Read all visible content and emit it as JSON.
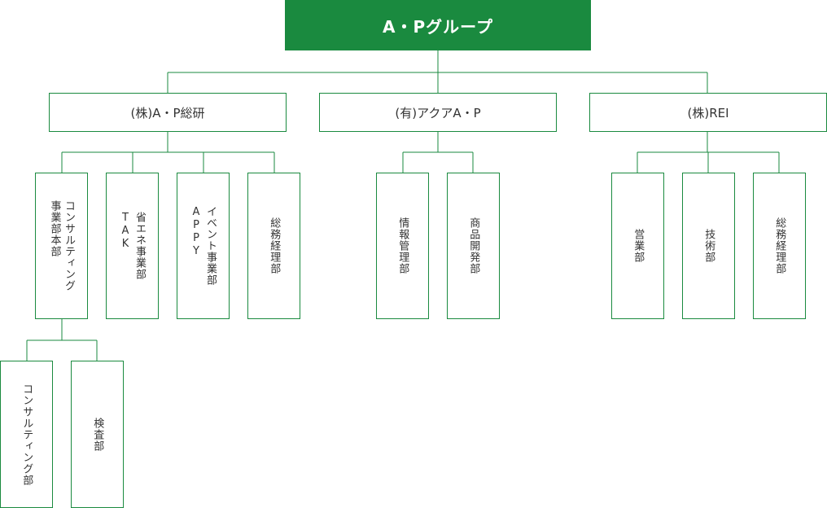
{
  "colors": {
    "accent": "#1a8a3f",
    "line": "#1a8a3f",
    "text": "#333333"
  },
  "root": {
    "label": "A・Pグループ"
  },
  "companies": [
    {
      "label": "(株)A・P総研",
      "departments": [
        {
          "label": "コンサルティング\n事業部本部",
          "subdepartments": [
            {
              "label": "コンサルティング部"
            },
            {
              "label": "検査部"
            }
          ]
        },
        {
          "label": "省エネ事業部\nTAK"
        },
        {
          "label": "イベント事業部\nAPPY"
        },
        {
          "label": "総務経理部"
        }
      ]
    },
    {
      "label": "(有)アクアA・P",
      "departments": [
        {
          "label": "情報管理部"
        },
        {
          "label": "商品開発部"
        }
      ]
    },
    {
      "label": "(株)REI",
      "departments": [
        {
          "label": "営業部"
        },
        {
          "label": "技術部"
        },
        {
          "label": "総務経理部"
        }
      ]
    }
  ]
}
